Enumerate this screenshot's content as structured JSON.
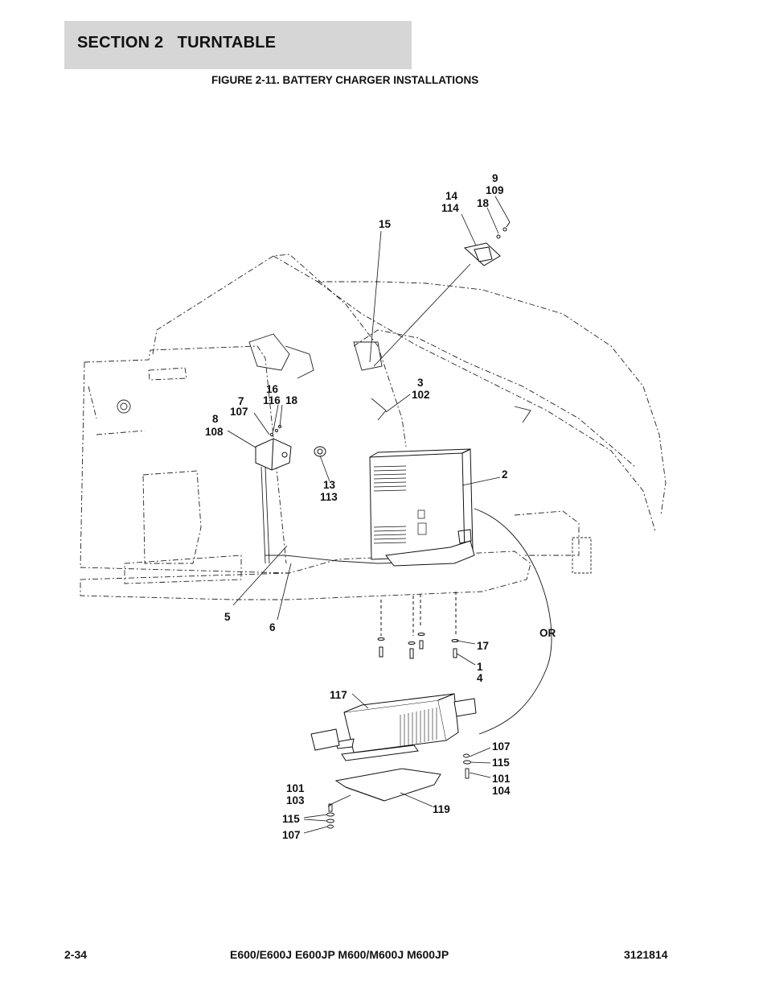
{
  "header": {
    "section_title": "SECTION 2   TURNTABLE",
    "figure_title": "FIGURE 2-11. BATTERY CHARGER INSTALLATIONS"
  },
  "callouts": [
    {
      "id": "c-9",
      "text": "9"
    },
    {
      "id": "c-109",
      "text": "109"
    },
    {
      "id": "c-14",
      "text": "14"
    },
    {
      "id": "c-114",
      "text": "114"
    },
    {
      "id": "c-18a",
      "text": "18"
    },
    {
      "id": "c-15",
      "text": "15"
    },
    {
      "id": "c-3",
      "text": "3"
    },
    {
      "id": "c-102",
      "text": "102"
    },
    {
      "id": "c-16",
      "text": "16"
    },
    {
      "id": "c-116",
      "text": "116"
    },
    {
      "id": "c-18b",
      "text": "18"
    },
    {
      "id": "c-7",
      "text": "7"
    },
    {
      "id": "c-107a",
      "text": "107"
    },
    {
      "id": "c-8",
      "text": "8"
    },
    {
      "id": "c-108",
      "text": "108"
    },
    {
      "id": "c-2",
      "text": "2"
    },
    {
      "id": "c-13",
      "text": "13"
    },
    {
      "id": "c-113",
      "text": "113"
    },
    {
      "id": "c-5",
      "text": "5"
    },
    {
      "id": "c-6",
      "text": "6"
    },
    {
      "id": "c-or",
      "text": "OR"
    },
    {
      "id": "c-17",
      "text": "17"
    },
    {
      "id": "c-1",
      "text": "1"
    },
    {
      "id": "c-4",
      "text": "4"
    },
    {
      "id": "c-117",
      "text": "117"
    },
    {
      "id": "c-107b",
      "text": "107"
    },
    {
      "id": "c-115a",
      "text": "115"
    },
    {
      "id": "c-101a",
      "text": "101"
    },
    {
      "id": "c-104",
      "text": "104"
    },
    {
      "id": "c-101b",
      "text": "101"
    },
    {
      "id": "c-103",
      "text": "103"
    },
    {
      "id": "c-119",
      "text": "119"
    },
    {
      "id": "c-115b",
      "text": "115"
    },
    {
      "id": "c-107c",
      "text": "107"
    }
  ],
  "footer": {
    "page_number": "2-34",
    "models": "E600/E600J E600JP M600/M600J M600JP",
    "doc_number": "3121814"
  }
}
